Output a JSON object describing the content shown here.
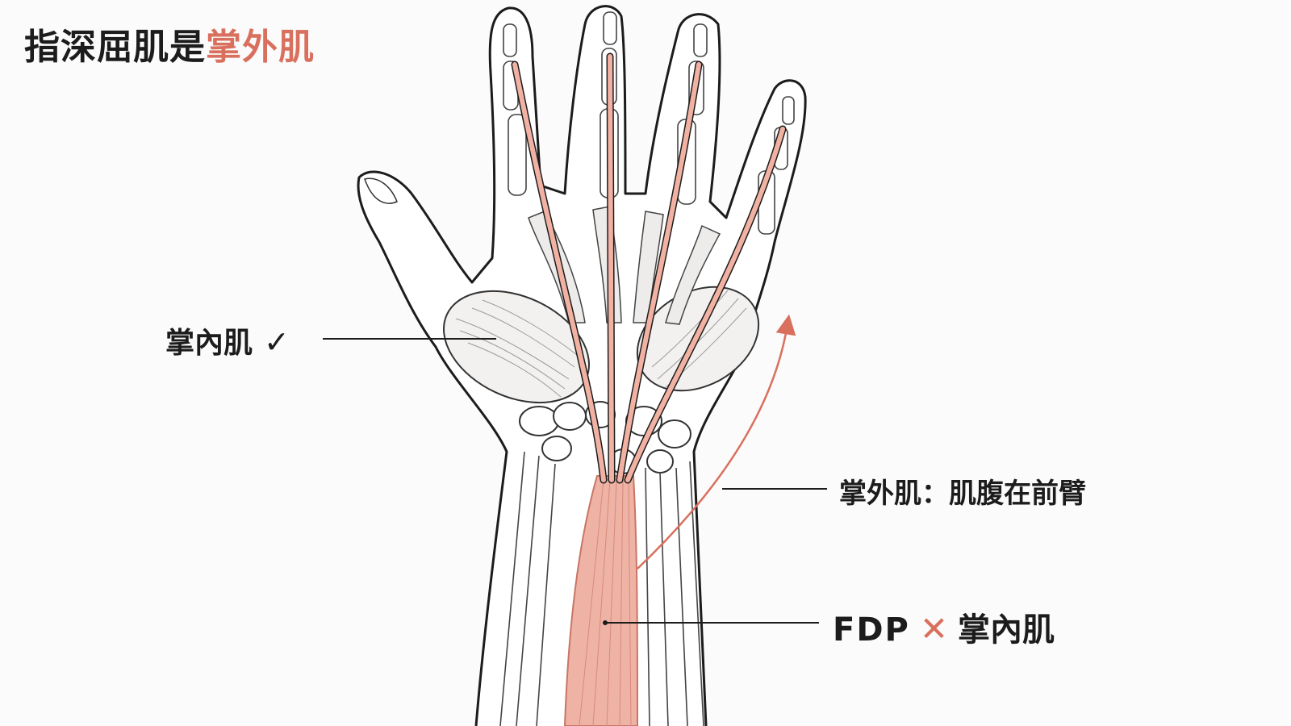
{
  "title": {
    "prefix": "指深屈肌是",
    "accent": "掌外肌"
  },
  "labels": {
    "intrinsic": {
      "text": "掌內肌",
      "mark": "✓"
    },
    "extrinsic": {
      "text": "掌外肌：肌腹在前臂"
    },
    "fdp": {
      "abbr": "FDP",
      "cross": "✕",
      "text": "掌內肌"
    }
  },
  "colors": {
    "accent": "#d9705e",
    "muscle": "#e9a494",
    "outline": "#1c1c1c"
  }
}
